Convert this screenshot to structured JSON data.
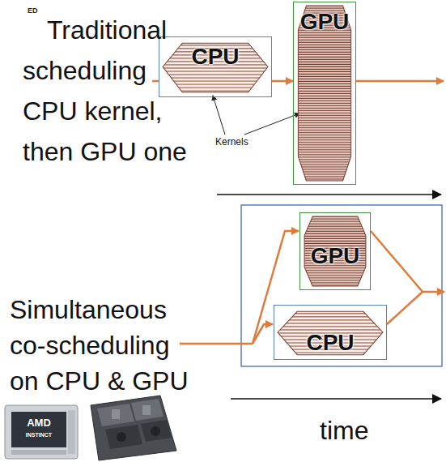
{
  "diagram": {
    "nodes": [
      {
        "text": [
          "CPU"
        ]
      },
      {
        "text": [
          "GPU"
        ]
      },
      {
        "text": [
          "GPU"
        ]
      },
      {
        "text": [
          "CPU"
        ]
      }
    ],
    "edges": [
      {
        "from": 0,
        "to": 1,
        "arrow": "to"
      }
    ],
    "labels": [
      "ED",
      "Traditional scheduling CPU kernel, then GPU one",
      "Kernels",
      "Simultaneous co-scheduling on CPU & GPU",
      "time",
      "AMD",
      "INSTINCT"
    ]
  }
}
